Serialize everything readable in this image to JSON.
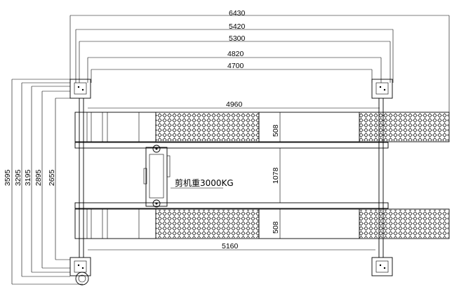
{
  "top_dimensions": {
    "overall_width": "6430",
    "runway_width_outer": "5420",
    "post_span_outer": "5300",
    "post_span_mid": "4820",
    "post_span_inner": "4700",
    "platform_length_top": "4960"
  },
  "bottom_dimensions": {
    "platform_length_bottom": "5160"
  },
  "left_dimensions": {
    "d1": "3595",
    "d2": "3295",
    "d3": "3195",
    "d4": "2895",
    "d5": "2655"
  },
  "center_dimensions": {
    "runway_width_top": "508",
    "inner_gap": "1078",
    "runway_width_bottom": "508"
  },
  "annotation": {
    "capacity_label": "剪机重3000KG"
  }
}
